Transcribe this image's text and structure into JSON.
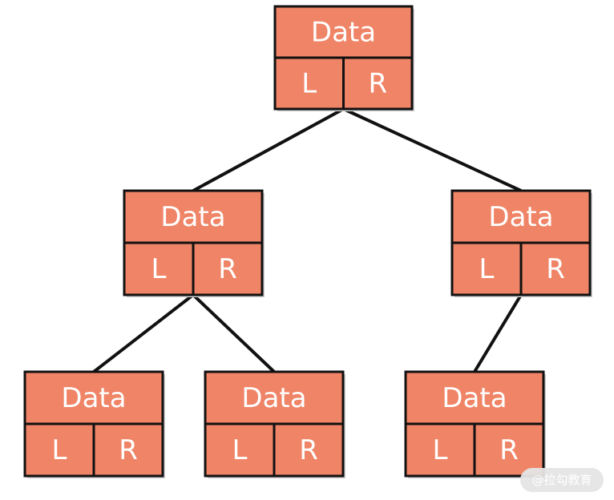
{
  "diagram": {
    "colors": {
      "node_fill": "#ef8466",
      "stroke": "#111111",
      "text": "#ffffff"
    },
    "nodes": [
      {
        "id": "root",
        "data": "Data",
        "left": "L",
        "right": "R"
      },
      {
        "id": "left-child",
        "data": "Data",
        "left": "L",
        "right": "R"
      },
      {
        "id": "right-child",
        "data": "Data",
        "left": "L",
        "right": "R"
      },
      {
        "id": "left-left-grandchild",
        "data": "Data",
        "left": "L",
        "right": "R"
      },
      {
        "id": "left-right-grandchild",
        "data": "Data",
        "left": "L",
        "right": "R"
      },
      {
        "id": "right-left-grandchild",
        "data": "Data",
        "left": "L",
        "right": "R"
      }
    ],
    "edges": [
      {
        "from": "root",
        "to": "left-child"
      },
      {
        "from": "root",
        "to": "right-child"
      },
      {
        "from": "left-child",
        "to": "left-left-grandchild"
      },
      {
        "from": "left-child",
        "to": "left-right-grandchild"
      },
      {
        "from": "right-child",
        "to": "right-left-grandchild"
      }
    ]
  },
  "watermark": {
    "text": "@拉勾教育"
  }
}
